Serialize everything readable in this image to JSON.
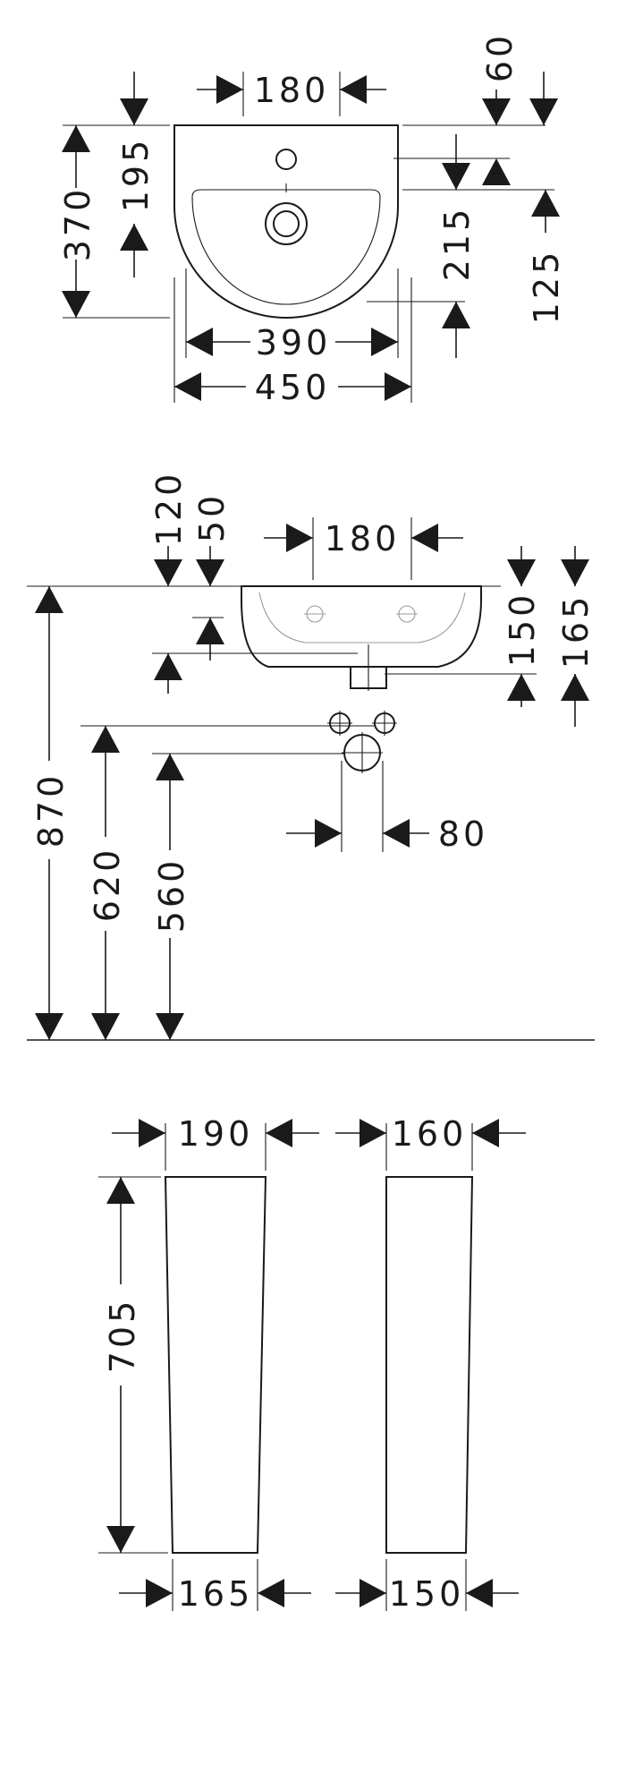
{
  "top_view": {
    "hole_spacing": "180",
    "overflow_offset": "60",
    "front_depth": "195",
    "total_depth": "370",
    "bowl_depth": "215",
    "drain_offset": "125",
    "bowl_width": "390",
    "total_width": "450"
  },
  "side_view": {
    "rim_a": "120",
    "rim_b": "50",
    "hole_spacing": "180",
    "basin_a": "150",
    "basin_b": "165",
    "rim_height": "870",
    "supply_height": "620",
    "drain_height": "560",
    "supply_spacing": "80"
  },
  "pedestal": {
    "front_top_width": "190",
    "front_bottom_width": "165",
    "side_top_width": "160",
    "side_bottom_width": "150",
    "height": "705"
  }
}
